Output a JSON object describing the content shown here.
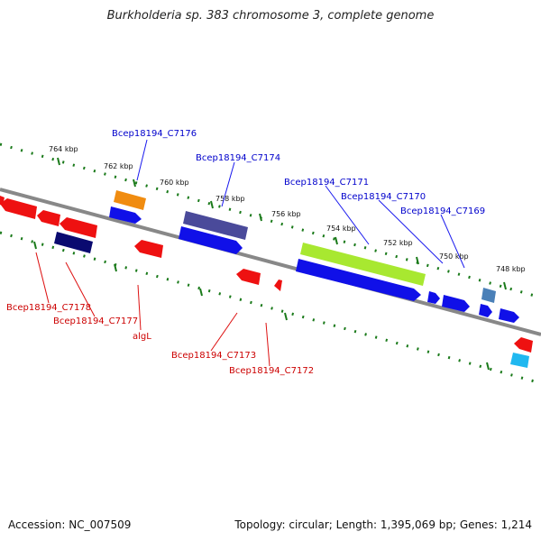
{
  "title": "Burkholderia sp. 383 chromosome 3, complete genome",
  "footer": {
    "accession": "Accession: NC_007509",
    "summary": "Topology: circular; Length: 1,395,069 bp; Genes: 1,214"
  },
  "ticks": [
    "764 kbp",
    "762 kbp",
    "760 kbp",
    "758 kbp",
    "756 kbp",
    "754 kbp",
    "752 kbp",
    "750 kbp",
    "748 kbp"
  ],
  "gene_labels_top": [
    "Bcep18194_C7176",
    "Bcep18194_C7174",
    "Bcep18194_C7171",
    "Bcep18194_C7170",
    "Bcep18194_C7169"
  ],
  "gene_labels_bottom": [
    "Bcep18194_C7178",
    "Bcep18194_C7177",
    "algL",
    "Bcep18194_C7173",
    "Bcep18194_C7172"
  ],
  "colors": {
    "forward": "#1010e8",
    "reverse": "#ee1111",
    "label_top": "#0000cc",
    "label_bottom": "#cc0000",
    "tick_dots": "#1a7a1a",
    "backbone": "#888888",
    "orange": "#f08c10",
    "slate": "#4a4a9a",
    "navy": "#0a0a70",
    "lime": "#a8e830",
    "steel": "#4a80b8",
    "cyan": "#20b8f0"
  }
}
